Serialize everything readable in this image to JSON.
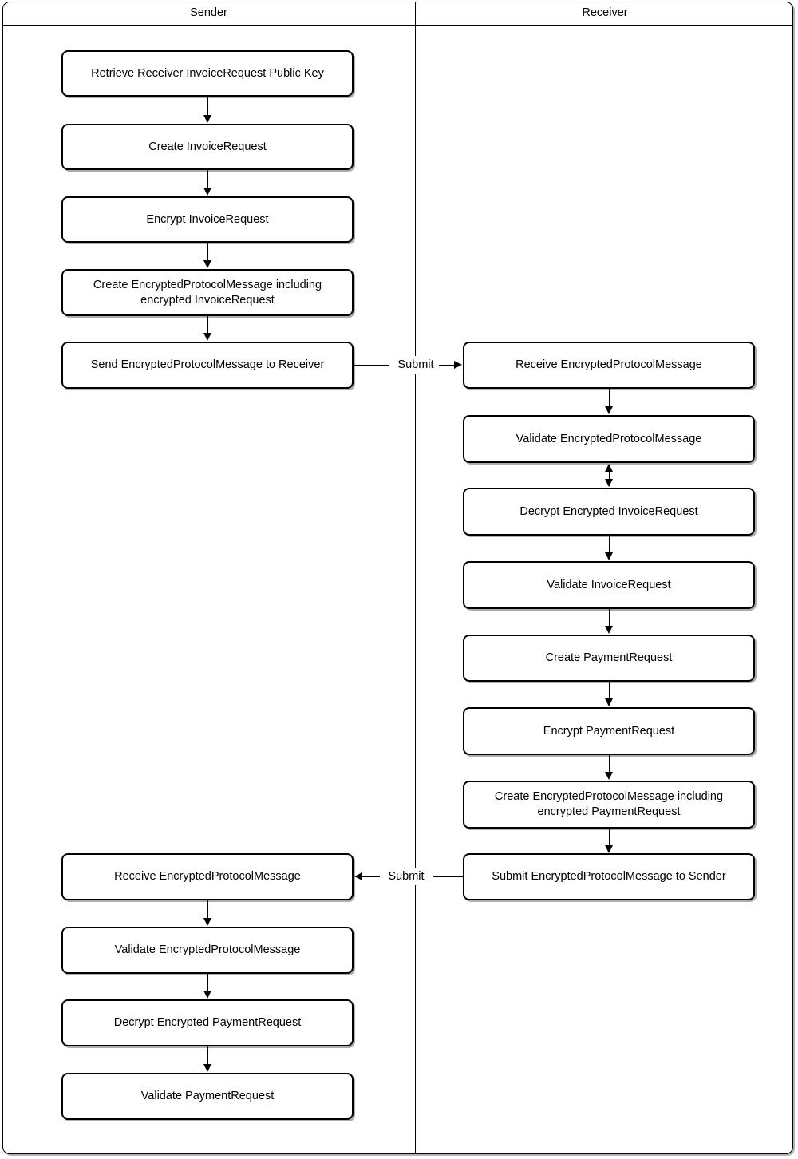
{
  "diagram": {
    "title_bar": {
      "lanes": [
        {
          "id": "sender",
          "label": "Sender"
        },
        {
          "id": "receiver",
          "label": "Receiver"
        }
      ]
    },
    "sender_steps": [
      {
        "id": "s1",
        "label": "Retrieve Receiver InvoiceRequest Public Key"
      },
      {
        "id": "s2",
        "label": "Create InvoiceRequest"
      },
      {
        "id": "s3",
        "label": "Encrypt InvoiceRequest"
      },
      {
        "id": "s4",
        "label": "Create EncryptedProtocolMessage including encrypted InvoiceRequest"
      },
      {
        "id": "s5",
        "label": "Send EncryptedProtocolMessage to Receiver"
      },
      {
        "id": "s6",
        "label": "Receive EncryptedProtocolMessage"
      },
      {
        "id": "s7",
        "label": "Validate EncryptedProtocolMessage"
      },
      {
        "id": "s8",
        "label": "Decrypt Encrypted PaymentRequest"
      },
      {
        "id": "s9",
        "label": "Validate PaymentRequest"
      }
    ],
    "receiver_steps": [
      {
        "id": "r1",
        "label": "Receive EncryptedProtocolMessage"
      },
      {
        "id": "r2",
        "label": "Validate EncryptedProtocolMessage"
      },
      {
        "id": "r3",
        "label": "Decrypt Encrypted InvoiceRequest"
      },
      {
        "id": "r4",
        "label": "Validate InvoiceRequest"
      },
      {
        "id": "r5",
        "label": "Create PaymentRequest"
      },
      {
        "id": "r6",
        "label": "Encrypt PaymentRequest"
      },
      {
        "id": "r7",
        "label": "Create EncryptedProtocolMessage including encrypted PaymentRequest"
      },
      {
        "id": "r8",
        "label": "Submit EncryptedProtocolMessage to Sender"
      }
    ],
    "cross_lane_edges": [
      {
        "id": "e-submit-1",
        "label": "Submit",
        "direction": "sender-to-receiver"
      },
      {
        "id": "e-submit-2",
        "label": "Submit",
        "direction": "receiver-to-sender"
      }
    ],
    "colors": {
      "stroke": "#000000",
      "fill": "#ffffff",
      "text": "#000000"
    }
  }
}
